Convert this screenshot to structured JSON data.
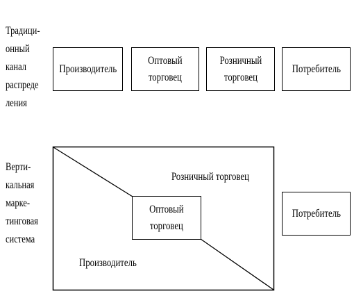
{
  "traditional": {
    "label_lines": [
      "Традици-",
      "онный",
      "канал",
      "распреде",
      "ления"
    ],
    "boxes": [
      {
        "lines": [
          "Производитель"
        ]
      },
      {
        "lines": [
          "Оптовый",
          "торговец"
        ]
      },
      {
        "lines": [
          "Розничный",
          "торговец"
        ]
      },
      {
        "lines": [
          "Потребитель"
        ]
      }
    ]
  },
  "vertical": {
    "label_lines": [
      "Верти-",
      "кальная",
      "марке-",
      "тинговая",
      "система"
    ],
    "retailer_text": "Розничный торговец",
    "wholesaler_lines": [
      "Оптовый",
      "торговец"
    ],
    "producer_text": "Производитель",
    "consumer_text": "Потребитель"
  }
}
